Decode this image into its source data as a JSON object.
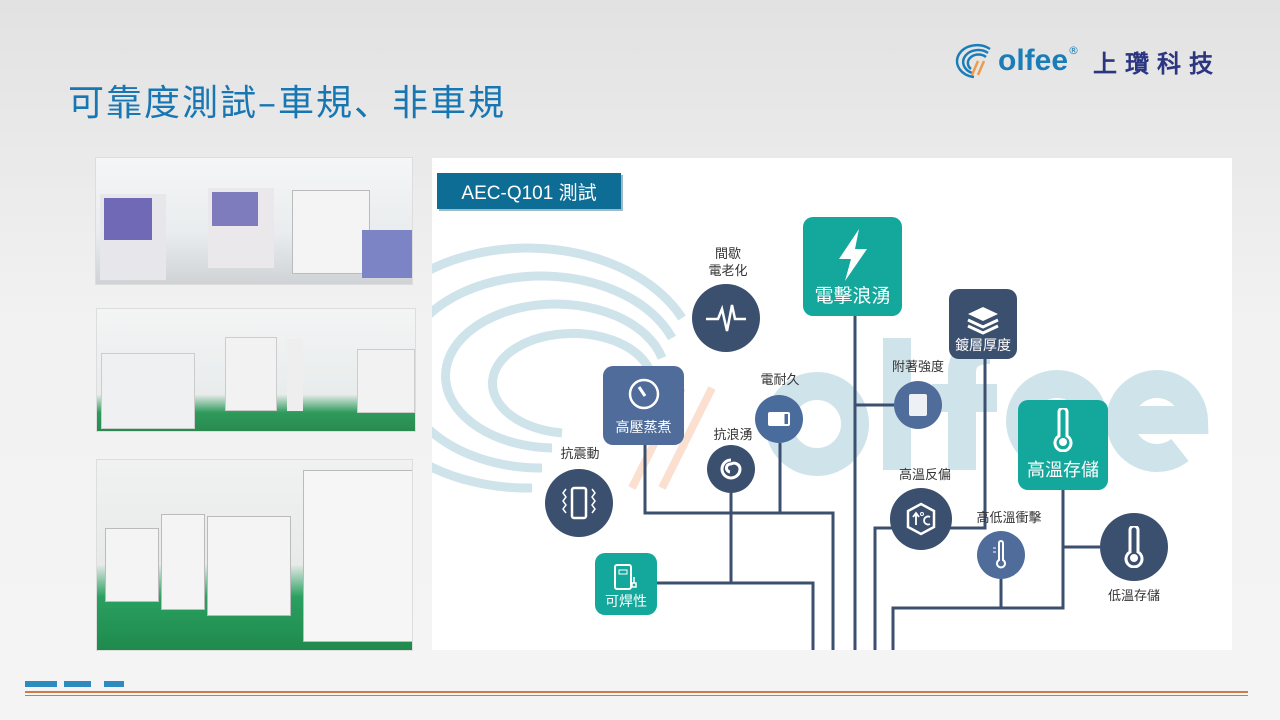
{
  "title": "可靠度測試–車規、非車規",
  "logo": {
    "brand": "olfee",
    "registered": "®",
    "company": "上瓚科技"
  },
  "diagram": {
    "tag": "AEC-Q101 測試",
    "watermark": "olfee",
    "nodes": {
      "surge": "電擊浪湧",
      "intermittent": "間歇\n電老化",
      "plating": "鍍層厚度",
      "adhesion": "附著強度",
      "pressure_cooker": "高壓蒸煮",
      "endurance": "電耐久",
      "anti_surge": "抗浪湧",
      "vibration": "抗震動",
      "high_temp_storage": "高溫存儲",
      "htrb": "高溫反偏",
      "thermal_shock": "高低溫衝擊",
      "low_temp_storage": "低溫存儲",
      "solderability": "可焊性"
    },
    "colors": {
      "teal": "#14a89c",
      "dark": "#3b4f6e",
      "blue": "#4f6c9b",
      "tag": "#0e6d94"
    }
  }
}
